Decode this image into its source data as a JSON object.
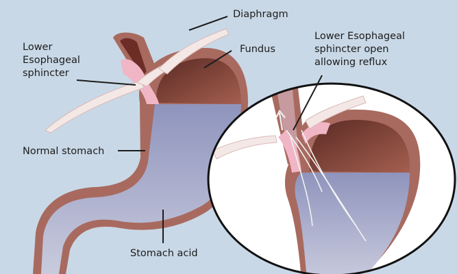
{
  "labels": {
    "diaphragm": "Diaphragm",
    "fundus": "Fundus",
    "les_left": [
      "Lower",
      "Esophageal",
      "sphincter"
    ],
    "les_open": [
      "Lower Esophageal",
      "sphincter open",
      "allowing reflux"
    ],
    "normal_stomach": "Normal stomach",
    "stomach_acid": "Stomach acid"
  },
  "colors": {
    "background": "#c9d8e6",
    "stomach_wall": "#a86a5f",
    "stomach_interior": "#8a4a3e",
    "acid": "#9aa6c6",
    "sphincter": "#f0b6c6",
    "diaphragm": "#f4e8e6",
    "inset_background": "#ffffff"
  }
}
